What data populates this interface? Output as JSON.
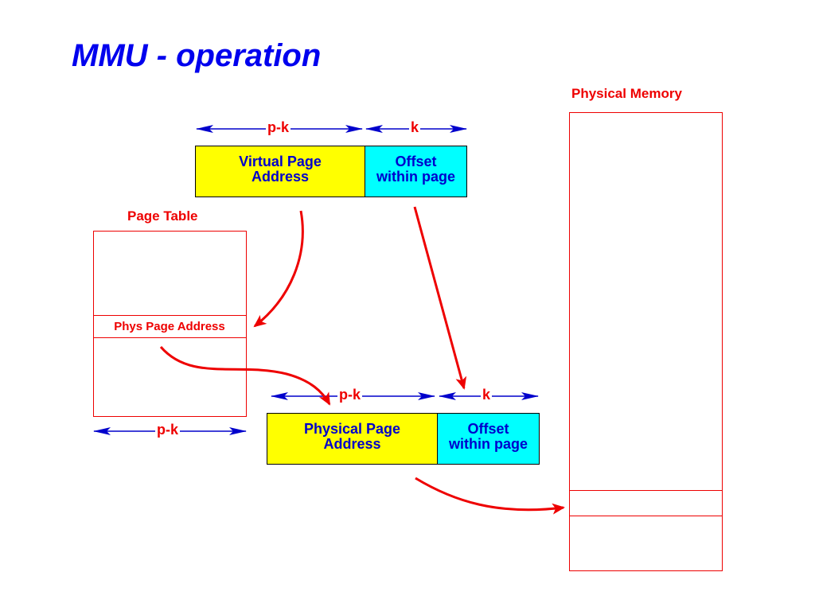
{
  "title": "MMU - operation",
  "virtual_address": {
    "page_field": "Virtual Page\nAddress",
    "offset_field": "Offset\nwithin page",
    "page_width_label": "p-k",
    "offset_width_label": "k"
  },
  "page_table": {
    "title": "Page Table",
    "entry": "Phys Page Address",
    "width_label": "p-k"
  },
  "physical_address": {
    "page_field": "Physical Page\nAddress",
    "offset_field": "Offset\nwithin page",
    "page_width_label": "p-k",
    "offset_width_label": "k"
  },
  "physical_memory": {
    "title": "Physical Memory"
  },
  "colors": {
    "title": "#0000ee",
    "label_red": "#ee0000",
    "dimension_blue": "#0000cc",
    "page_field": "#ffff00",
    "offset_field": "#00ffff",
    "flow_arrow": "#ee0000"
  }
}
